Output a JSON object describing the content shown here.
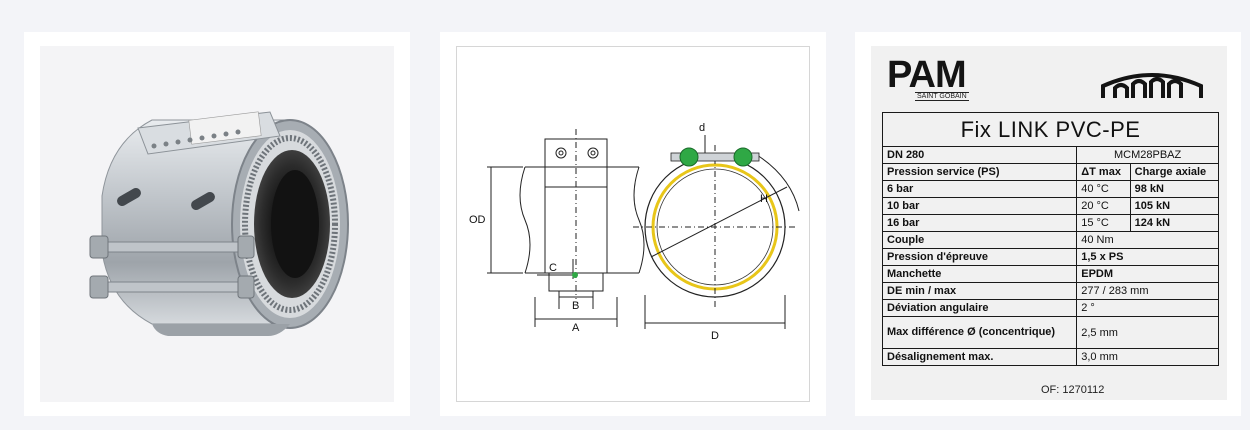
{
  "label": {
    "brand": "PAM",
    "brand_sub": "SAINT GOBAIN",
    "product_title": "Fix LINK PVC-PE",
    "dn": "DN 280",
    "code": "MCM28PBAZ",
    "headers": {
      "pressure": "Pression service (PS)",
      "delta_t": "ΔT max",
      "axial": "Charge axiale"
    },
    "pressure_rows": [
      {
        "pressure": "6 bar",
        "delta_t": "40 °C",
        "axial": "98 kN"
      },
      {
        "pressure": "10 bar",
        "delta_t": "20 °C",
        "axial": "105 kN"
      },
      {
        "pressure": "16 bar",
        "delta_t": "15 °C",
        "axial": "124 kN"
      }
    ],
    "specs": [
      {
        "name": "Couple",
        "value": "40 Nm"
      },
      {
        "name": "Pression d'épreuve",
        "value": "1,5 x PS"
      },
      {
        "name": "Manchette",
        "value": "EPDM"
      },
      {
        "name": "DE min / max",
        "value": "277 / 283 mm"
      },
      {
        "name": "Déviation angulaire",
        "value": "2 °"
      },
      {
        "name": "Max différence Ø (concentrique)",
        "value": "2,5 mm"
      },
      {
        "name": "Désalignement max.",
        "value": "3,0 mm"
      }
    ],
    "of_number": "OF: 1270112"
  },
  "diagram": {
    "labels": {
      "od": "OD",
      "c": "C",
      "b": "B",
      "a": "A",
      "d_small": "d",
      "h": "H",
      "d_large": "D"
    }
  },
  "colors": {
    "background": "#f3f4f8",
    "gasket_yellow": "#e8c619",
    "bolt_green": "#2fa845",
    "steel": "#b9bec4"
  }
}
